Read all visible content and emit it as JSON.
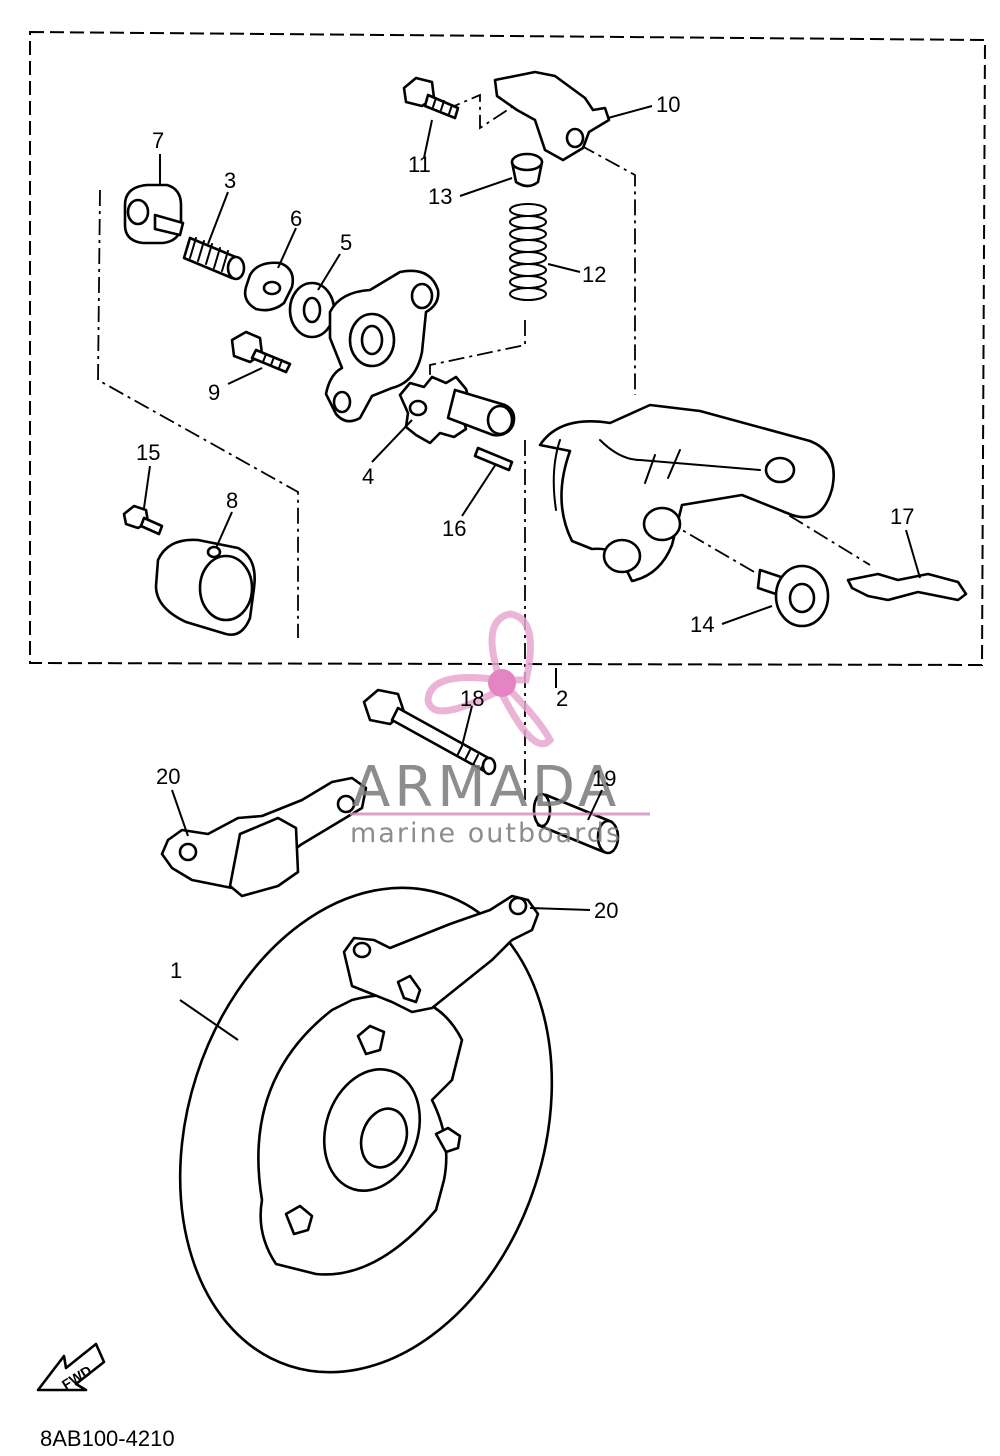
{
  "diagram_code": "8AB100-4210",
  "fwd_label": "FWD",
  "watermark": {
    "brand": "ARMADA",
    "tagline": "marine outboards",
    "colors": {
      "text": "#7a7a7a",
      "accent": "#e8a8d0",
      "line": "#d98fc0"
    }
  },
  "callouts": [
    "1",
    "2",
    "3",
    "4",
    "5",
    "6",
    "7",
    "8",
    "9",
    "10",
    "11",
    "12",
    "13",
    "14",
    "15",
    "16",
    "17",
    "18",
    "19",
    "20",
    "20"
  ]
}
